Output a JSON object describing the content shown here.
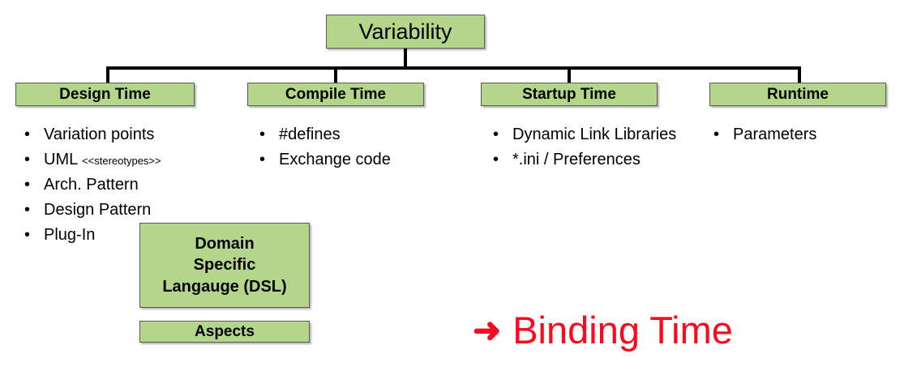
{
  "diagram": {
    "root": {
      "label": "Variability"
    },
    "categories": [
      {
        "label": "Design Time"
      },
      {
        "label": "Compile Time"
      },
      {
        "label": "Startup Time"
      },
      {
        "label": "Runtime"
      }
    ],
    "lists": {
      "design_time": [
        {
          "text": "Variation points"
        },
        {
          "text": "UML ",
          "suffix": "<<stereotypes>>"
        },
        {
          "text": "Arch. Pattern"
        },
        {
          "text": "Design Pattern"
        },
        {
          "text": "Plug-In"
        }
      ],
      "compile_time": [
        {
          "text": "#defines"
        },
        {
          "text": "Exchange code"
        }
      ],
      "startup_time": [
        {
          "text": "Dynamic Link Libraries"
        },
        {
          "text": "*.ini / Preferences"
        }
      ],
      "runtime": [
        {
          "text": "Parameters"
        }
      ]
    },
    "extra_boxes": {
      "dsl": {
        "line1": "Domain",
        "line2": "Specific",
        "line3": "Langauge (DSL)"
      },
      "aspects": {
        "label": "Aspects"
      }
    },
    "callout": {
      "arrow": "➜",
      "label": "Binding Time",
      "color": "#fa0a1e"
    },
    "bullet_glyph": "•",
    "colors": {
      "box_fill": "#b3d68a",
      "box_border": "#5a5a5a",
      "line": "#000000",
      "text": "#000000",
      "accent_red": "#fa0a1e"
    }
  }
}
